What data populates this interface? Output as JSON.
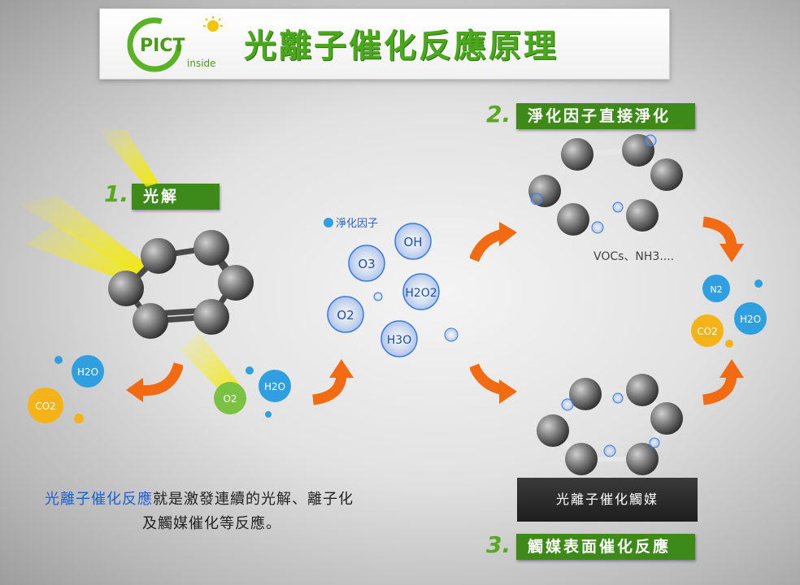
{
  "header": {
    "logo_main": "PICT",
    "logo_sub": "inside",
    "title": "光離子催化反應原理"
  },
  "steps": [
    {
      "num": "1.",
      "label": "光解"
    },
    {
      "num": "2.",
      "label": "淨化因子直接淨化"
    },
    {
      "num": "3.",
      "label": "觸媒表面催化反應"
    }
  ],
  "molecules": {
    "h2o": "H2O",
    "co2": "CO2",
    "o2": "O2",
    "n2": "N2"
  },
  "factors": {
    "title": "淨化因子",
    "oh": "OH",
    "o3": "O3",
    "h2o2": "H2O2",
    "o2minus": "O2",
    "h3o": "H3O"
  },
  "vocs_label": "VOCs、NH3....",
  "catalyst_label": "光離子催化觸媒",
  "caption": {
    "highlight": "光離子催化反應",
    "rest": "就是激發連續的光解、離子化",
    "line2": "及觸媒催化等反應。"
  },
  "colors": {
    "green": "#3d8a1a",
    "orange": "#f26a12",
    "blue": "#2f9fe0",
    "title_green": "#4aa81b"
  }
}
